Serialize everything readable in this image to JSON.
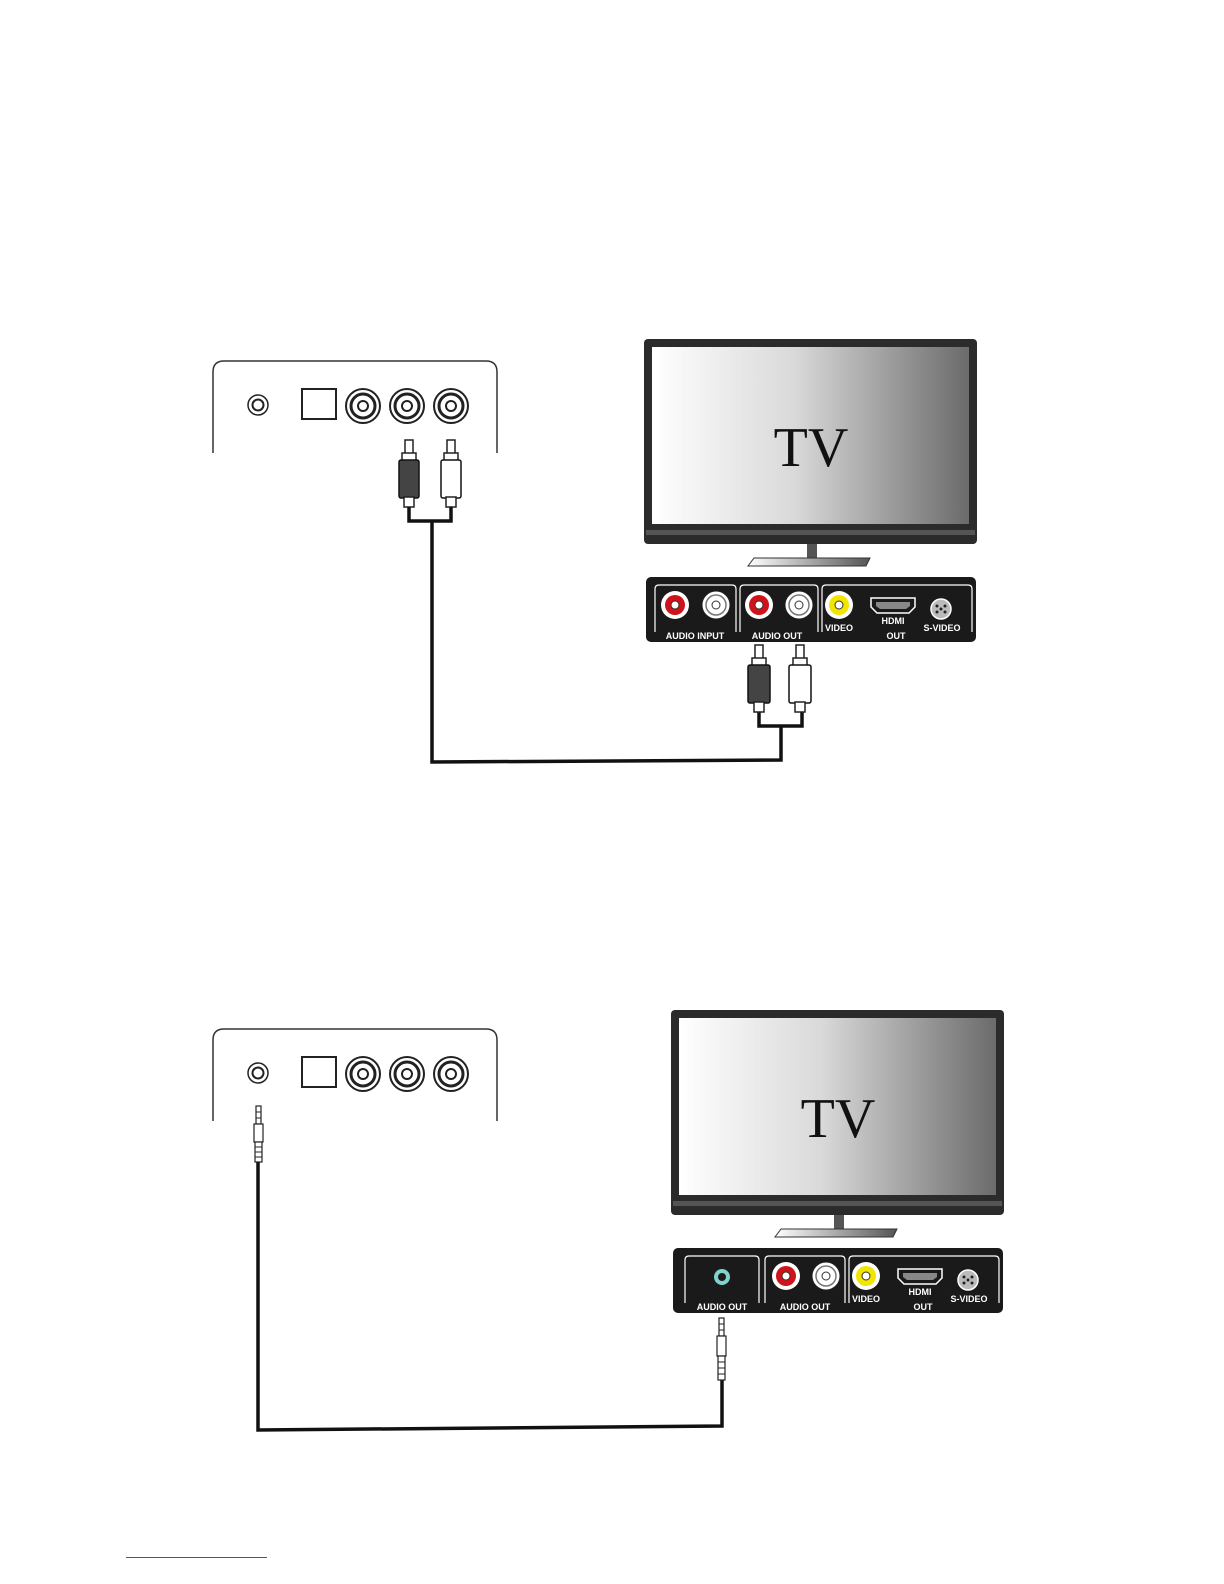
{
  "diagrams": [
    {
      "tv": {
        "label": "TV"
      },
      "panel": {
        "audio_group_1": "AUDIO INPUT",
        "audio_group_2": "AUDIO  OUT",
        "video": "VIDEO",
        "hdmi": "HDMI",
        "out": "OUT",
        "svideo": "S-VIDEO"
      }
    },
    {
      "tv": {
        "label": "TV"
      },
      "panel": {
        "audio_group_1": "AUDIO  OUT",
        "audio_group_2": "AUDIO  OUT",
        "video": "VIDEO",
        "hdmi": "HDMI",
        "out": "OUT",
        "svideo": "S-VIDEO"
      }
    }
  ],
  "colors": {
    "red_jack": "#d0121b",
    "white_jack": "#ffffff",
    "yellow_jack": "#f2e600",
    "teal_jack": "#7fd3cc",
    "panel_bg": "#1a1a1a",
    "cable": "#111111"
  }
}
